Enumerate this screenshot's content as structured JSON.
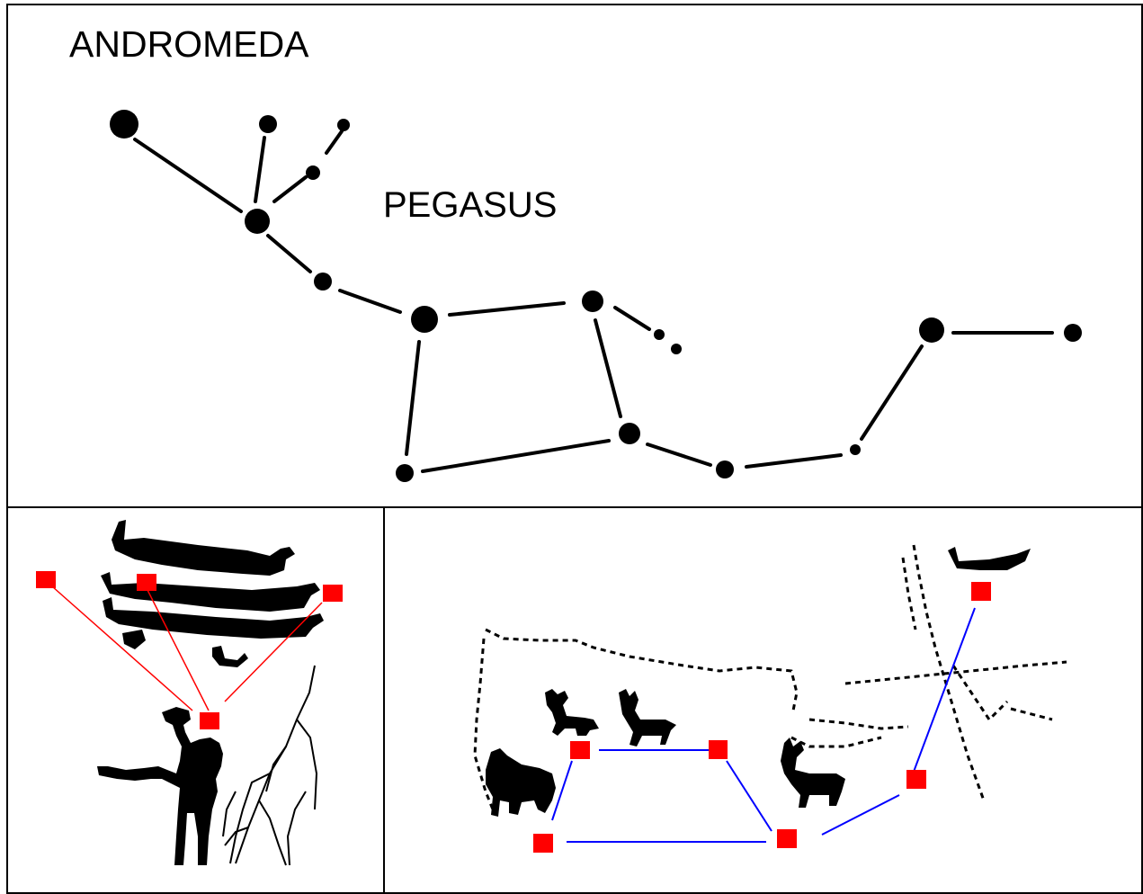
{
  "labels": {
    "andromeda": "ANDROMEDA",
    "pegasus": "PEGASUS"
  },
  "colors": {
    "border": "#000000",
    "star": "#000000",
    "connection_line": "#000000",
    "marker": "#ff0000",
    "red_line": "#ff0000",
    "blue_line": "#0000ff",
    "art": "#000000",
    "background": "#ffffff"
  },
  "icons": {
    "stars": "filled-circle",
    "markers": "red-square",
    "left_art": "rock-carving-ships-and-figure",
    "right_art": "rock-carving-animals"
  }
}
